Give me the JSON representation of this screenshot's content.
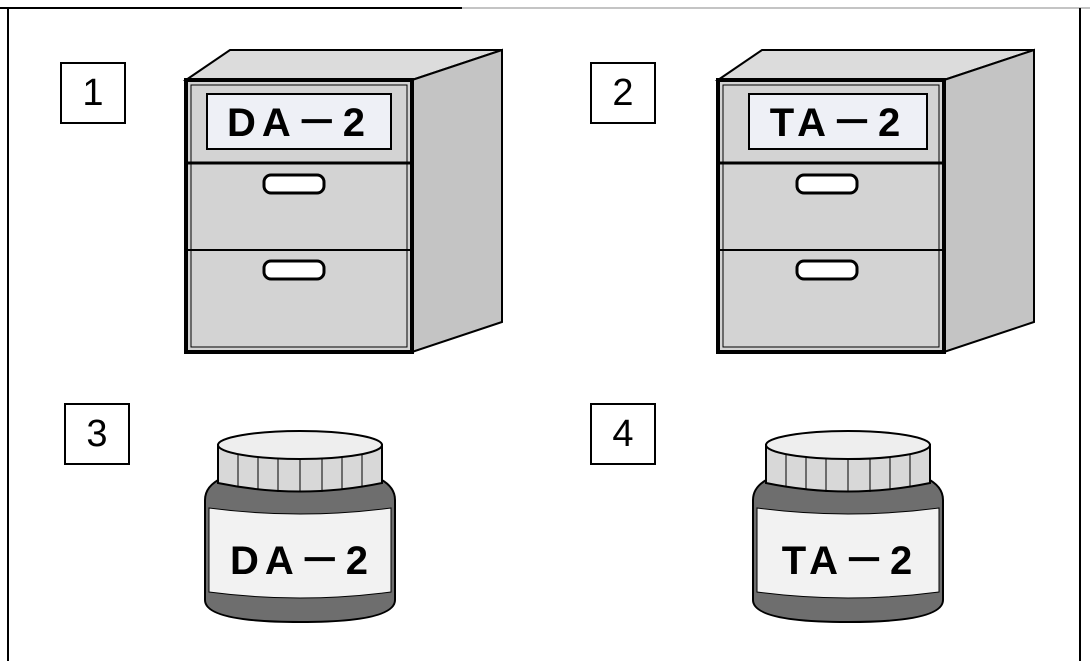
{
  "panels": [
    {
      "number": "1",
      "object": "file-cabinet",
      "label": "DA－2"
    },
    {
      "number": "2",
      "object": "file-cabinet",
      "label": "TA－2"
    },
    {
      "number": "3",
      "object": "jar",
      "label": "DA－2"
    },
    {
      "number": "4",
      "object": "jar",
      "label": "TA－2"
    }
  ],
  "colors": {
    "cabinet_front": "#d3d3d3",
    "cabinet_side": "#c4c4c4",
    "cabinet_top": "#dcdcdc",
    "jar_band": "#6e6e6e",
    "jar_lid": "#dcdcdc",
    "outline": "#000000"
  }
}
